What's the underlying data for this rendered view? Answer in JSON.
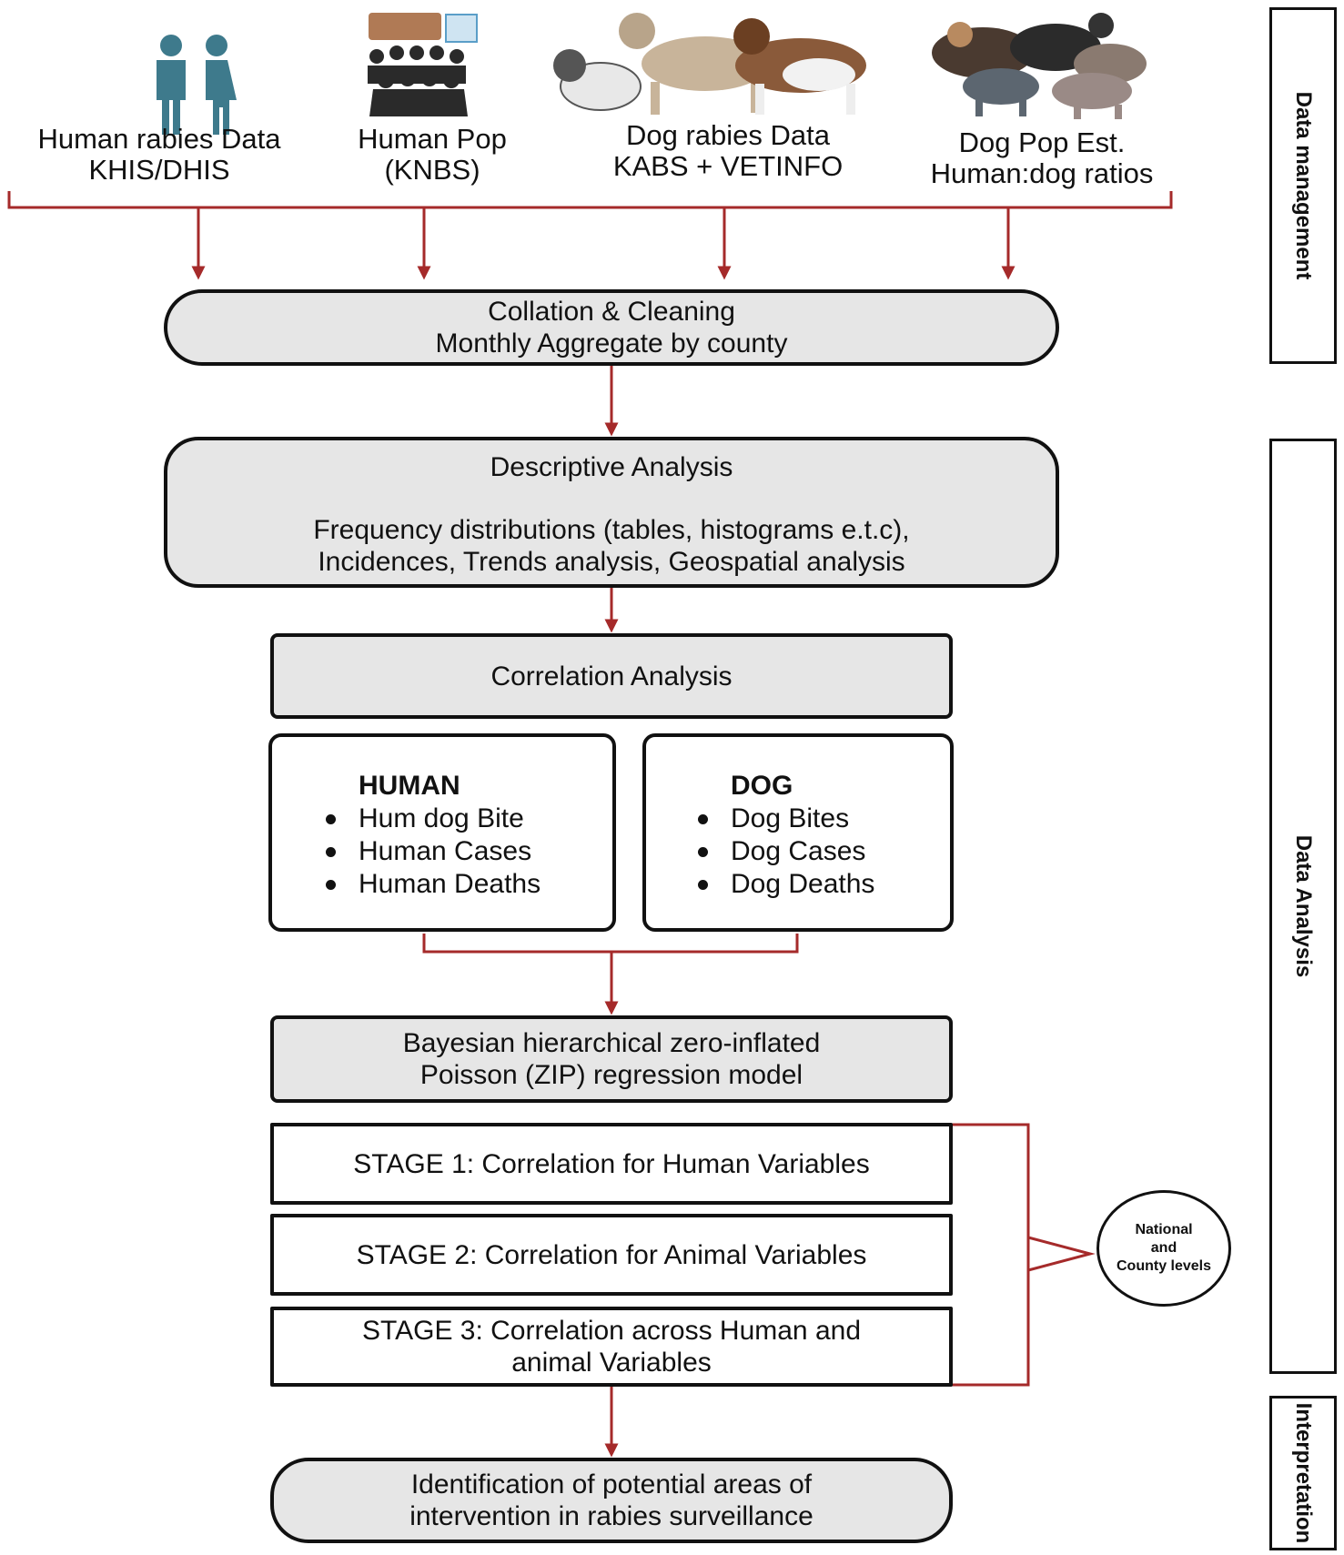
{
  "sources": [
    {
      "line1": "Human rabies Data",
      "line2": "KHIS/DHIS",
      "icon": "human-couple-icon"
    },
    {
      "line1": "Human Pop",
      "line2": "(KNBS)",
      "icon": "crowd-icon"
    },
    {
      "line1": "Dog rabies Data",
      "line2": "KABS + VETINFO",
      "icon": "dogs-icon"
    },
    {
      "line1": "Dog Pop Est.",
      "line2": "Human:dog ratios",
      "icon": "dog-pack-icon"
    }
  ],
  "collation": {
    "line1": "Collation & Cleaning",
    "line2": "Monthly Aggregate  by county"
  },
  "descriptive": {
    "title": "Descriptive Analysis",
    "line1": "Frequency  distributions (tables, histograms e.t.c),",
    "line2": "Incidences, Trends analysis, Geospatial analysis"
  },
  "correlation": {
    "title": "Correlation Analysis"
  },
  "human_box": {
    "title": "HUMAN",
    "items": [
      "Hum dog Bite",
      "Human Cases",
      "Human Deaths"
    ]
  },
  "dog_box": {
    "title": "DOG",
    "items": [
      "Dog Bites",
      "Dog Cases",
      "Dog Deaths"
    ]
  },
  "bayesian": {
    "line1": "Bayesian hierarchical zero-inflated",
    "line2": "Poisson (ZIP) regression model"
  },
  "stages": [
    {
      "line1": "STAGE 1: Correlation for Human Variables",
      "line2": ""
    },
    {
      "line1": "STAGE 2: Correlation for Animal Variables",
      "line2": ""
    },
    {
      "line1": "STAGE 3:  Correlation across Human and",
      "line2": "animal Variables"
    }
  ],
  "levels": {
    "line1": "National",
    "line2": "and",
    "line3": "County levels"
  },
  "outcome": {
    "line1": "Identification of potential areas of",
    "line2": "intervention in rabies surveillance"
  },
  "side_labels": {
    "data_management": "Data management",
    "data_analysis": "Data Analysis",
    "interpretation": "Interpretation"
  },
  "colors": {
    "arrow": "#a52a2a",
    "box_fill": "#e6e6e6",
    "border": "#111111"
  }
}
